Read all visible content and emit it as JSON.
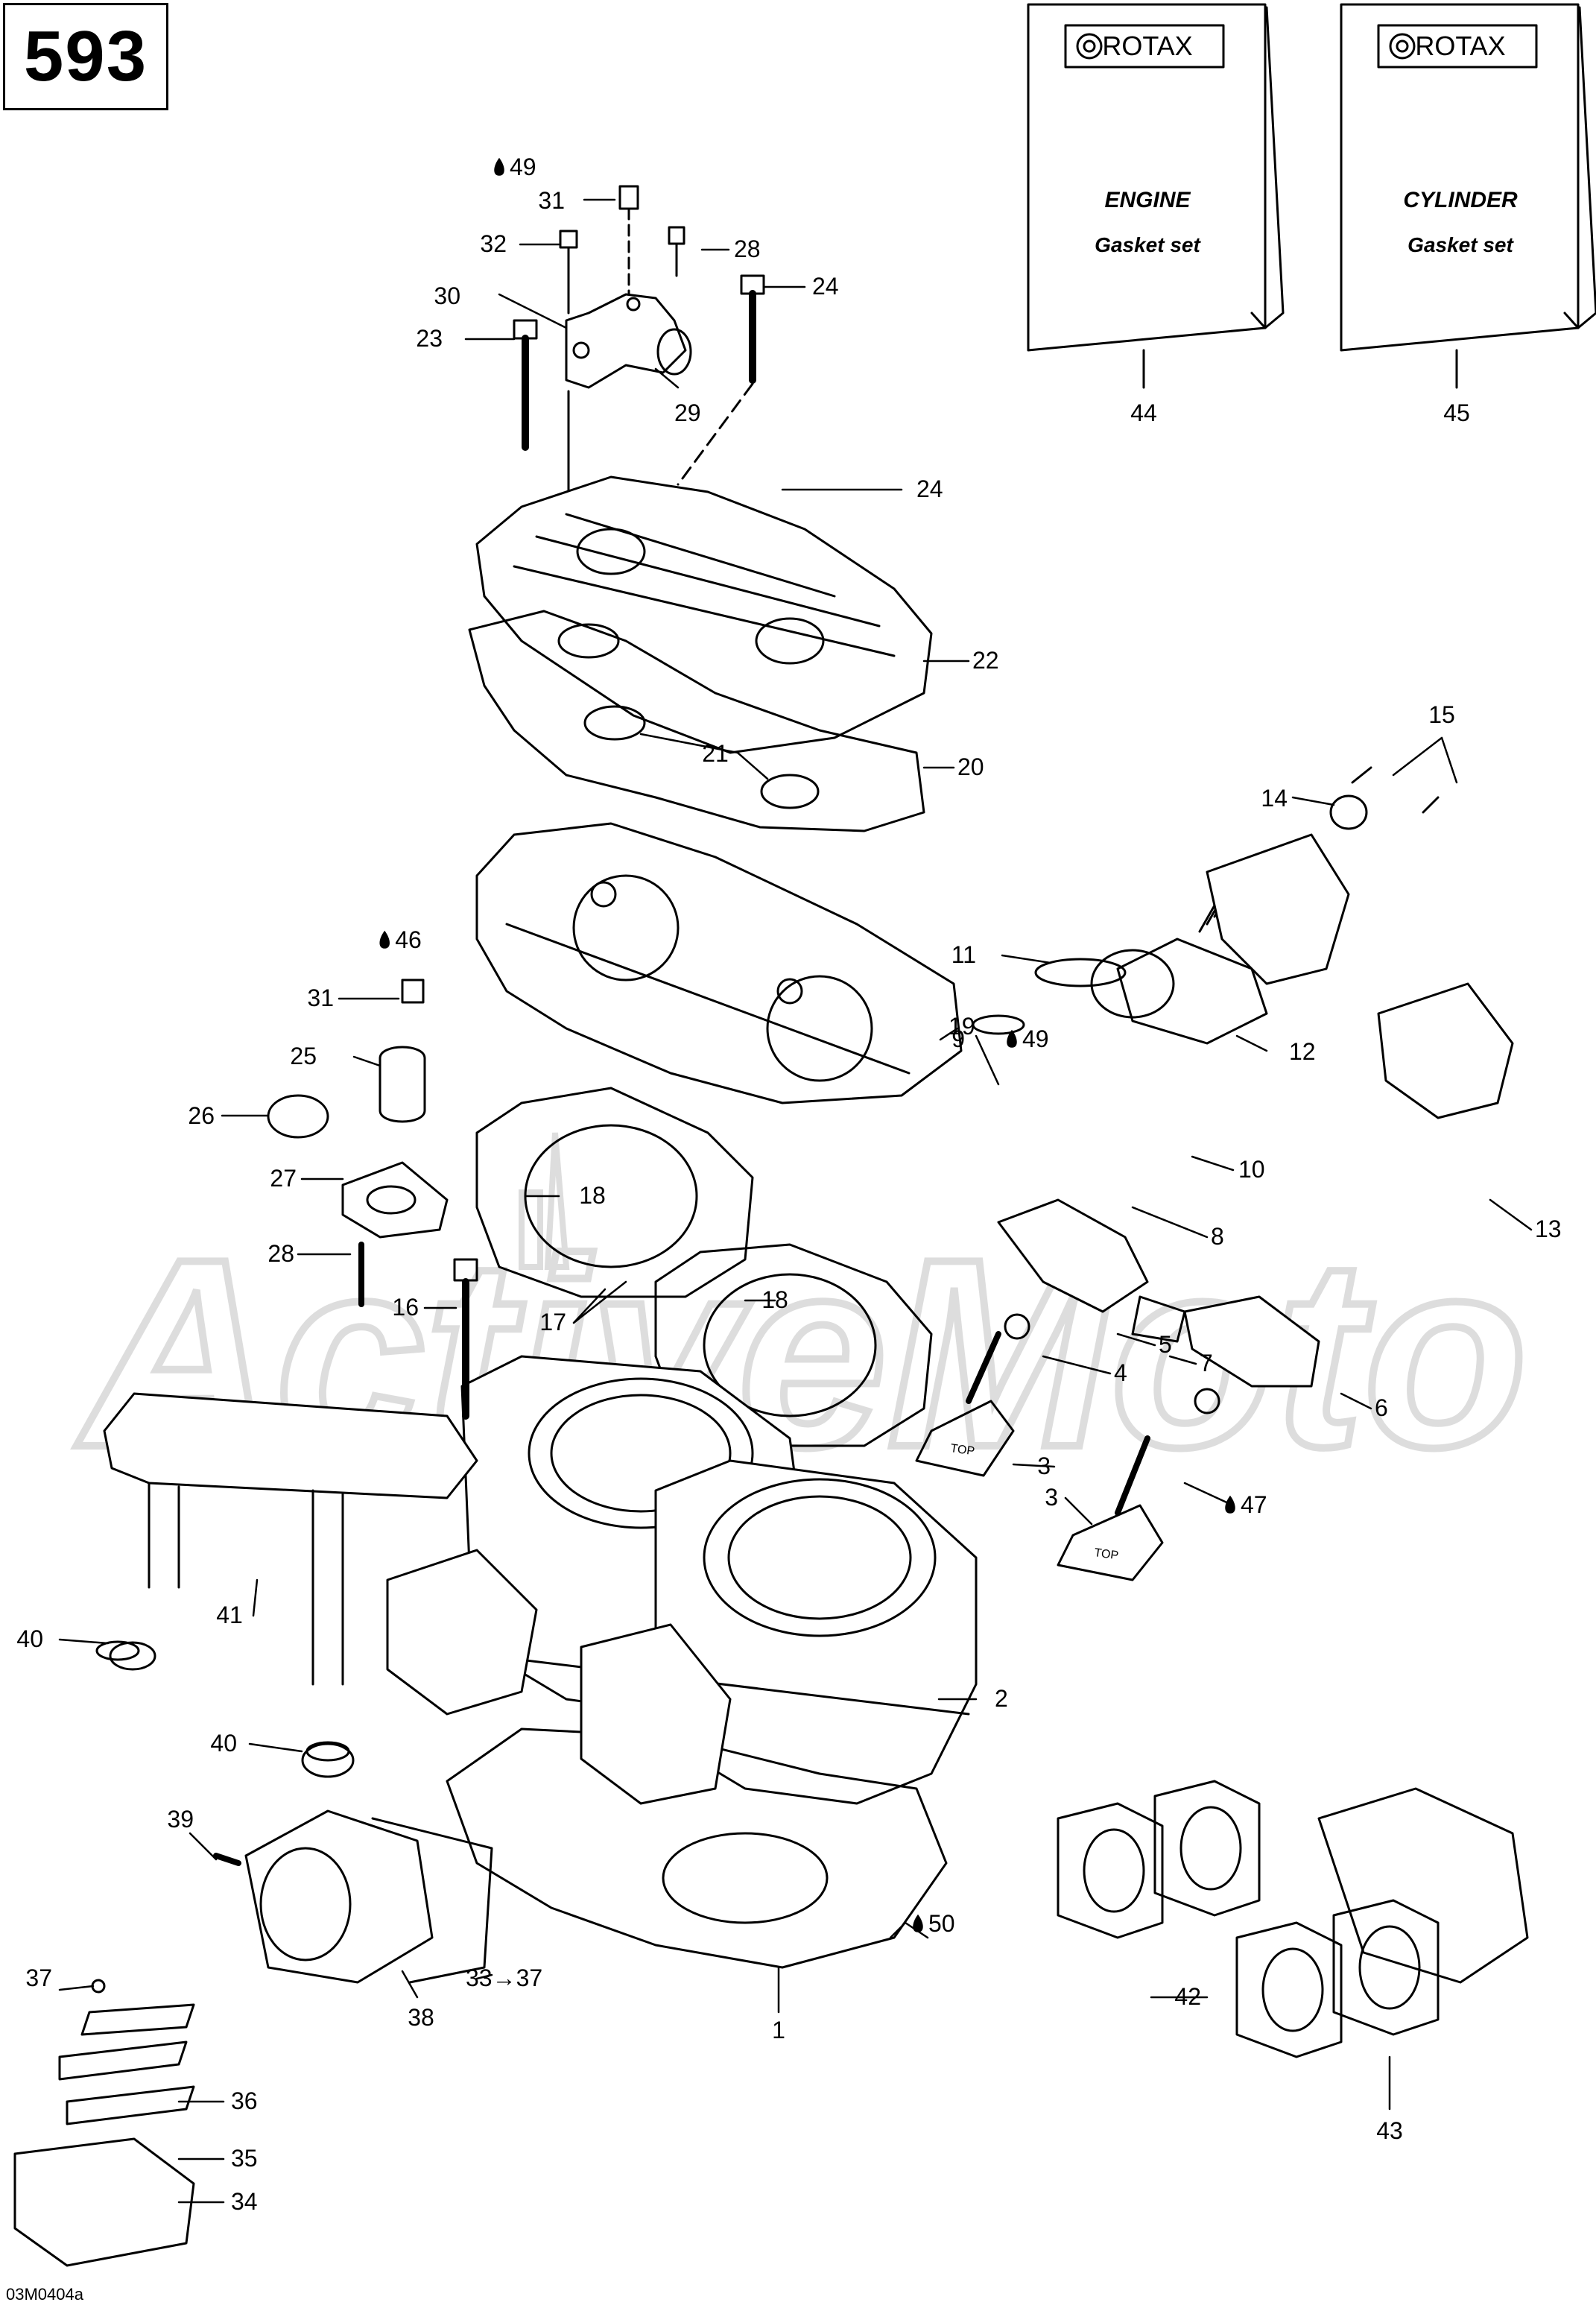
{
  "page": {
    "number": "593",
    "drawing_code": "03M0404a"
  },
  "watermark": {
    "text": "ActiveMoto"
  },
  "manuals": [
    {
      "brand": "ROTAX",
      "line1": "ENGINE",
      "line2": "Gasket set",
      "ref": "44"
    },
    {
      "brand": "ROTAX",
      "line1": "CYLINDER",
      "line2": "Gasket set",
      "ref": "45"
    }
  ],
  "callouts": [
    {
      "id": "c49a",
      "label": "49",
      "drop": true
    },
    {
      "id": "c31a",
      "label": "31"
    },
    {
      "id": "c32",
      "label": "32"
    },
    {
      "id": "c28a",
      "label": "28"
    },
    {
      "id": "c24a",
      "label": "24"
    },
    {
      "id": "c30",
      "label": "30"
    },
    {
      "id": "c23",
      "label": "23"
    },
    {
      "id": "c29",
      "label": "29"
    },
    {
      "id": "c24b",
      "label": "24"
    },
    {
      "id": "c22",
      "label": "22"
    },
    {
      "id": "c21",
      "label": "21"
    },
    {
      "id": "c20",
      "label": "20"
    },
    {
      "id": "c15",
      "label": "15"
    },
    {
      "id": "c14",
      "label": "14"
    },
    {
      "id": "c46",
      "label": "46",
      "drop": true
    },
    {
      "id": "c31b",
      "label": "31"
    },
    {
      "id": "c11",
      "label": "11"
    },
    {
      "id": "c19",
      "label": "19"
    },
    {
      "id": "c12",
      "label": "12"
    },
    {
      "id": "c25",
      "label": "25"
    },
    {
      "id": "c9",
      "label": "9"
    },
    {
      "id": "c49b",
      "label": "49",
      "drop": true
    },
    {
      "id": "c26",
      "label": "26"
    },
    {
      "id": "c10",
      "label": "10"
    },
    {
      "id": "c13",
      "label": "13"
    },
    {
      "id": "c18a",
      "label": "18"
    },
    {
      "id": "c8",
      "label": "8"
    },
    {
      "id": "c27",
      "label": "27"
    },
    {
      "id": "c7",
      "label": "7"
    },
    {
      "id": "c28b",
      "label": "28"
    },
    {
      "id": "c18b",
      "label": "18"
    },
    {
      "id": "c16",
      "label": "16"
    },
    {
      "id": "c17",
      "label": "17"
    },
    {
      "id": "c5",
      "label": "5"
    },
    {
      "id": "c4",
      "label": "4"
    },
    {
      "id": "c6",
      "label": "6"
    },
    {
      "id": "c3a",
      "label": "3"
    },
    {
      "id": "c3b",
      "label": "3"
    },
    {
      "id": "c47",
      "label": "47",
      "drop": true
    },
    {
      "id": "c41",
      "label": "41"
    },
    {
      "id": "c40a",
      "label": "40"
    },
    {
      "id": "c2",
      "label": "2"
    },
    {
      "id": "c40b",
      "label": "40"
    },
    {
      "id": "c39",
      "label": "39"
    },
    {
      "id": "c50",
      "label": "50",
      "drop": true
    },
    {
      "id": "c33",
      "label": "33→37"
    },
    {
      "id": "c1",
      "label": "1"
    },
    {
      "id": "c42",
      "label": "42"
    },
    {
      "id": "c37",
      "label": "37"
    },
    {
      "id": "c38",
      "label": "38"
    },
    {
      "id": "c43",
      "label": "43"
    },
    {
      "id": "c36",
      "label": "36"
    },
    {
      "id": "c35",
      "label": "35"
    },
    {
      "id": "c34",
      "label": "34"
    }
  ],
  "stamps": {
    "top": "TOP"
  }
}
